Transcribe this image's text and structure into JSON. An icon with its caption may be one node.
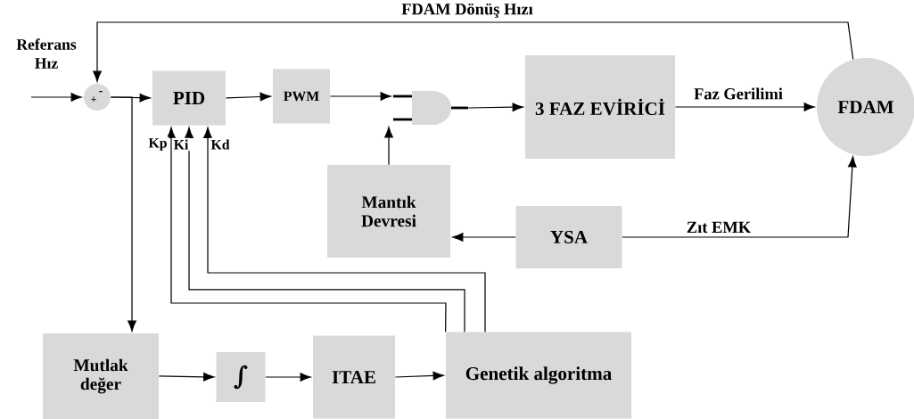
{
  "diagram": {
    "nodes": [
      {
        "text": [
          "+",
          "-"
        ]
      },
      {
        "text": [
          "PID"
        ]
      },
      {
        "text": [
          "PWM"
        ]
      },
      {
        "text": [],
        "shape": "gate"
      },
      {
        "text": [
          "3 FAZ EVİRİCİ"
        ]
      },
      {
        "text": [
          "FDAM"
        ]
      },
      {
        "text": [
          "Mantık Devresi"
        ]
      },
      {
        "text": [
          "YSA"
        ]
      },
      {
        "text": [
          "Mutlak değer"
        ]
      },
      {
        "text": [
          "∫"
        ]
      },
      {
        "text": [
          "ITAE"
        ]
      },
      {
        "text": [
          "Genetik algoritma"
        ]
      }
    ],
    "edges": [
      {
        "from": null,
        "to": 0,
        "arrow": "to",
        "label": "Referans Hız"
      },
      {
        "from": 0,
        "to": 1,
        "arrow": "to"
      },
      {
        "from": 0,
        "to": 8,
        "arrow": "to"
      },
      {
        "from": 1,
        "to": 2,
        "arrow": "to"
      },
      {
        "from": 2,
        "to": 3,
        "arrow": "to"
      },
      {
        "from": 3,
        "to": 4,
        "arrow": "to"
      },
      {
        "from": 4,
        "to": 5,
        "arrow": "to",
        "label": "Faz Gerilimi"
      },
      {
        "from": 5,
        "to": 0,
        "arrow": "to",
        "label": "FDAM Dönüş Hızı"
      },
      {
        "from": 6,
        "to": 3,
        "arrow": "to"
      },
      {
        "from": 7,
        "to": 6,
        "arrow": "to"
      },
      {
        "from": 7,
        "to": 5,
        "arrow": "to",
        "label": "Zıt EMK"
      },
      {
        "from": 8,
        "to": 9,
        "arrow": "to"
      },
      {
        "from": 9,
        "to": 10,
        "arrow": "to"
      },
      {
        "from": 10,
        "to": 11,
        "arrow": "to"
      },
      {
        "from": 11,
        "to": 1,
        "arrow": "to",
        "label": "Kp"
      },
      {
        "from": 11,
        "to": 1,
        "arrow": "to",
        "label": "Ki"
      },
      {
        "from": 11,
        "to": 1,
        "arrow": "to",
        "label": "Kd"
      }
    ]
  }
}
